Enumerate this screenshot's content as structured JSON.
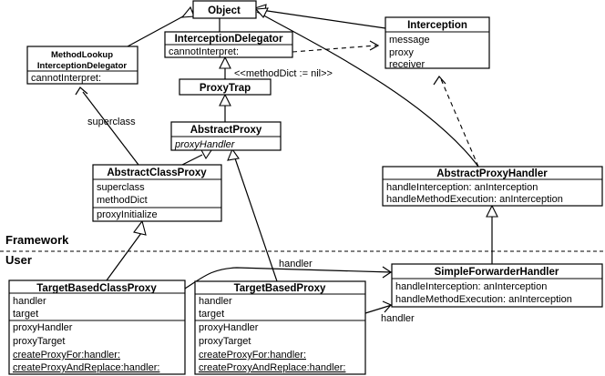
{
  "classes": {
    "object": {
      "name": "Object"
    },
    "interception_delegator": {
      "name": "InterceptionDelegator",
      "methods": [
        "cannotInterpret:"
      ]
    },
    "interception": {
      "name": "Interception",
      "attributes": [
        "message",
        "proxy",
        "receiver"
      ]
    },
    "method_lookup": {
      "name_line1": "MethodLookup",
      "name_line2": "InterceptionDelegator",
      "methods": [
        "cannotInterpret:"
      ]
    },
    "proxy_trap": {
      "name": "ProxyTrap"
    },
    "abstract_proxy": {
      "name": "AbstractProxy",
      "methods": [
        "proxyHandler"
      ]
    },
    "abstract_class_proxy": {
      "name": "AbstractClassProxy",
      "attributes": [
        "superclass",
        "methodDict"
      ],
      "methods": [
        "proxyInitialize"
      ]
    },
    "abstract_proxy_handler": {
      "name": "AbstractProxyHandler",
      "methods": [
        "handleInterception: anInterception",
        "handleMethodExecution: anInterception"
      ]
    },
    "simple_forwarder_handler": {
      "name": "SimpleForwarderHandler",
      "methods": [
        "handleInterception: anInterception",
        "handleMethodExecution: anInterception"
      ]
    },
    "target_based_class_proxy": {
      "name": "TargetBasedClassProxy",
      "attributes": [
        "handler",
        "target"
      ],
      "methods": [
        "proxyHandler",
        "proxyTarget"
      ],
      "class_methods": [
        "createProxyFor:handler:",
        "createProxyAndReplace:handler:"
      ]
    },
    "target_based_proxy": {
      "name": "TargetBasedProxy",
      "attributes": [
        "handler",
        "target"
      ],
      "methods": [
        "proxyHandler",
        "proxyTarget"
      ],
      "class_methods": [
        "createProxyFor:handler:",
        "createProxyAndReplace:handler:"
      ]
    }
  },
  "labels": {
    "method_dict_note": "<<methodDict := nil>>",
    "superclass": "superclass",
    "handler_top": "handler",
    "handler_bottom": "handler"
  },
  "zones": {
    "framework": "Framework",
    "user": "User"
  }
}
